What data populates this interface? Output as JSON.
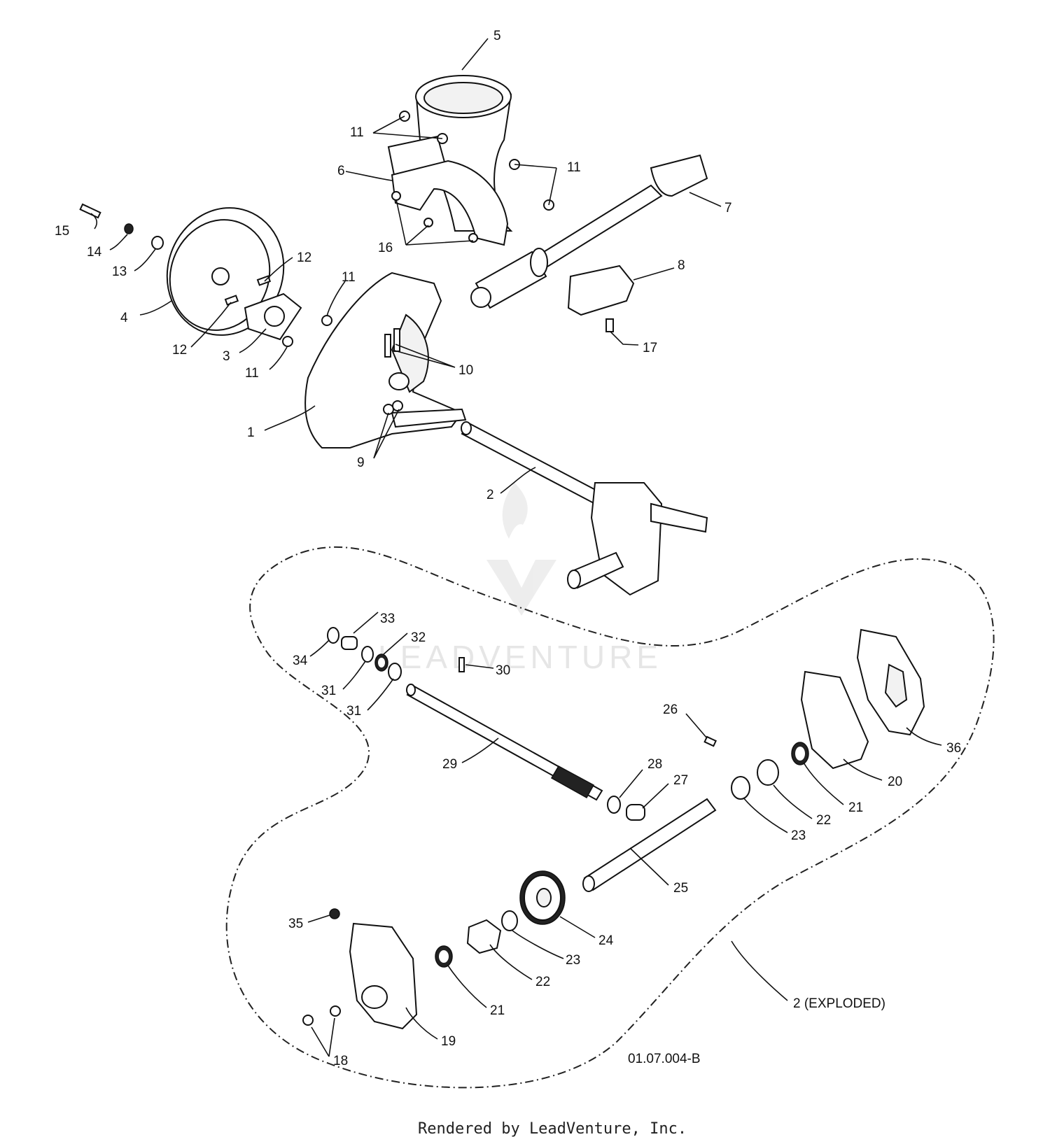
{
  "callouts": [
    {
      "id": "c1",
      "label": "1"
    },
    {
      "id": "c2",
      "label": "2"
    },
    {
      "id": "c3",
      "label": "3"
    },
    {
      "id": "c4",
      "label": "4"
    },
    {
      "id": "c5",
      "label": "5"
    },
    {
      "id": "c6",
      "label": "6"
    },
    {
      "id": "c7",
      "label": "7"
    },
    {
      "id": "c8",
      "label": "8"
    },
    {
      "id": "c9",
      "label": "9"
    },
    {
      "id": "c10",
      "label": "10"
    },
    {
      "id": "c11a",
      "label": "11"
    },
    {
      "id": "c11b",
      "label": "11"
    },
    {
      "id": "c11c",
      "label": "11"
    },
    {
      "id": "c11d",
      "label": "11"
    },
    {
      "id": "c12a",
      "label": "12"
    },
    {
      "id": "c12b",
      "label": "12"
    },
    {
      "id": "c13",
      "label": "13"
    },
    {
      "id": "c14",
      "label": "14"
    },
    {
      "id": "c15",
      "label": "15"
    },
    {
      "id": "c16",
      "label": "16"
    },
    {
      "id": "c17",
      "label": "17"
    },
    {
      "id": "c18",
      "label": "18"
    },
    {
      "id": "c19",
      "label": "19"
    },
    {
      "id": "c20",
      "label": "20"
    },
    {
      "id": "c21a",
      "label": "21"
    },
    {
      "id": "c21b",
      "label": "21"
    },
    {
      "id": "c22a",
      "label": "22"
    },
    {
      "id": "c22b",
      "label": "22"
    },
    {
      "id": "c23a",
      "label": "23"
    },
    {
      "id": "c23b",
      "label": "23"
    },
    {
      "id": "c24",
      "label": "24"
    },
    {
      "id": "c25",
      "label": "25"
    },
    {
      "id": "c26",
      "label": "26"
    },
    {
      "id": "c27",
      "label": "27"
    },
    {
      "id": "c28",
      "label": "28"
    },
    {
      "id": "c29",
      "label": "29"
    },
    {
      "id": "c30",
      "label": "30"
    },
    {
      "id": "c31a",
      "label": "31"
    },
    {
      "id": "c31b",
      "label": "31"
    },
    {
      "id": "c32",
      "label": "32"
    },
    {
      "id": "c33",
      "label": "33"
    },
    {
      "id": "c34",
      "label": "34"
    },
    {
      "id": "c35",
      "label": "35"
    },
    {
      "id": "c36",
      "label": "36"
    }
  ],
  "exploded_label": "2 (EXPLODED)",
  "drawing_number": "01.07.004-B",
  "watermark_text": "LEADVENTURE",
  "footer_text": "Rendered by LeadVenture, Inc."
}
